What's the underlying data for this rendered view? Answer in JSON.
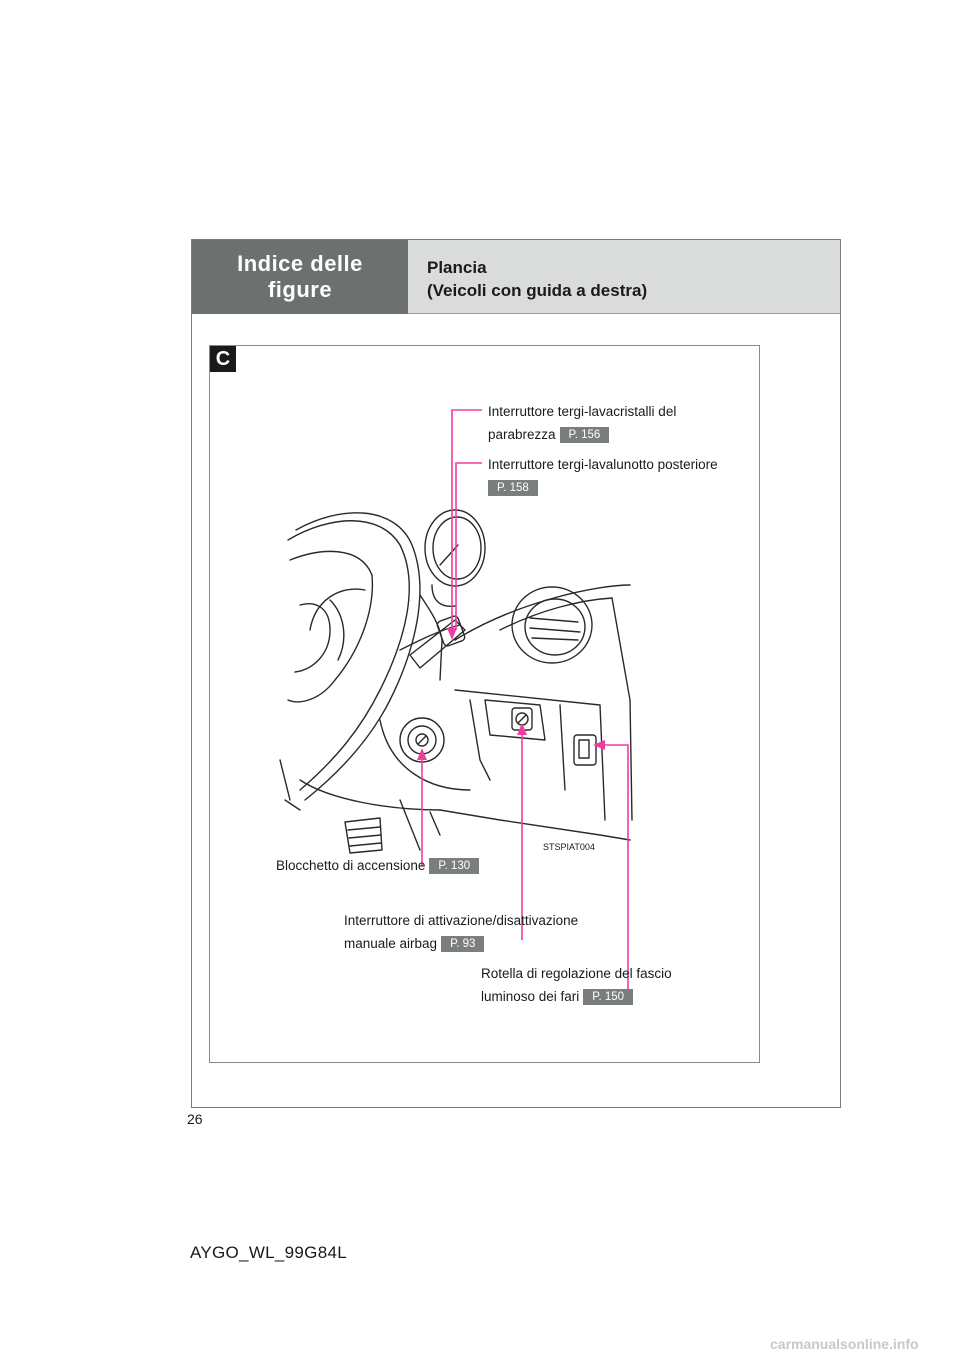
{
  "header": {
    "section": "Indice delle figure",
    "title_line1": "Plancia",
    "title_line2": "(Veicoli con guida a destra)"
  },
  "figure": {
    "letter": "C",
    "code": "STSPIAT004"
  },
  "callouts": {
    "wiper": {
      "line1": "Interruttore tergi-lavacristalli del",
      "line2": "parabrezza",
      "ref": "P. 156"
    },
    "rear_wiper": {
      "line1": "Interruttore tergi-lavalunotto posteriore",
      "ref": "P. 158"
    },
    "ignition": {
      "line1": "Blocchetto di accensione",
      "ref": "P. 130"
    },
    "airbag": {
      "line1": "Interruttore di attivazione/disattivazione",
      "line2": "manuale airbag",
      "ref": "P. 93"
    },
    "headlight": {
      "line1": "Rotella di regolazione del fascio",
      "line2": "luminoso dei fari",
      "ref": "P. 150"
    }
  },
  "footer": {
    "page_number": "26",
    "doc_code": "AYGO_WL_99G84L",
    "watermark": "carmanualsonline.info"
  },
  "colors": {
    "header_dark": "#6c716f",
    "header_light": "#d9dcdb",
    "leader_line": "#ee3ea0",
    "ref_badge": "#7a7f7d"
  }
}
